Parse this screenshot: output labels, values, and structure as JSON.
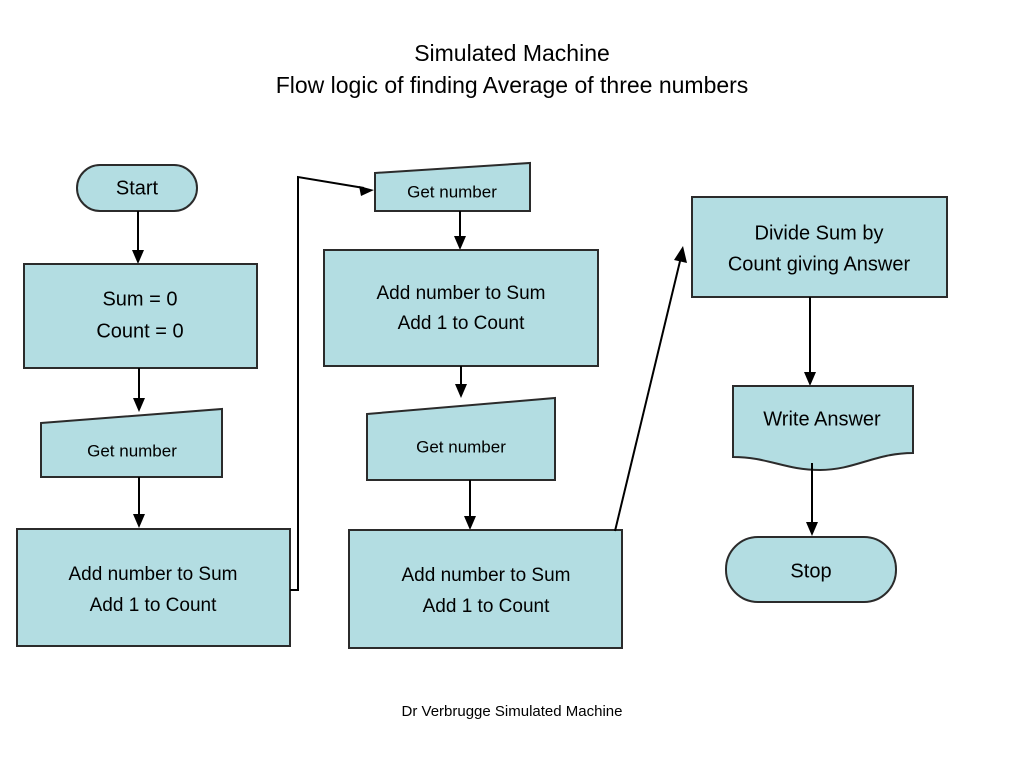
{
  "document": {
    "title_lines": [
      "Simulated Machine",
      "Flow logic of finding Average of three numbers"
    ],
    "footer": "Dr Verbrugge Simulated Machine",
    "colors": {
      "node_fill": "#b3dde2",
      "node_stroke": "#2b2b2b",
      "connector": "#000000",
      "background": "#ffffff",
      "text": "#000000"
    }
  },
  "chart_data": {
    "type": "diagram",
    "diagram_type": "flowchart",
    "title": "Simulated Machine - Flow logic of finding Average of three numbers",
    "columns": [
      {
        "name": "column-1",
        "nodes": [
          "start",
          "init-sum-count",
          "get-number-1",
          "accumulate-1"
        ]
      },
      {
        "name": "column-2",
        "nodes": [
          "get-number-2",
          "accumulate-2",
          "get-number-3",
          "accumulate-3"
        ]
      },
      {
        "name": "column-3",
        "nodes": [
          "divide-sum",
          "write-answer",
          "stop"
        ]
      }
    ],
    "nodes": [
      {
        "id": "start",
        "shape": "terminator",
        "lines": [
          "Start"
        ]
      },
      {
        "id": "init-sum-count",
        "shape": "process",
        "lines": [
          "Sum = 0",
          "Count = 0"
        ]
      },
      {
        "id": "get-number-1",
        "shape": "manual-input",
        "lines": [
          "Get number"
        ]
      },
      {
        "id": "accumulate-1",
        "shape": "process",
        "lines": [
          "Add number to Sum",
          "Add 1 to Count"
        ]
      },
      {
        "id": "get-number-2",
        "shape": "manual-input",
        "lines": [
          "Get number"
        ]
      },
      {
        "id": "accumulate-2",
        "shape": "process",
        "lines": [
          "Add number to Sum",
          "Add 1 to Count"
        ]
      },
      {
        "id": "get-number-3",
        "shape": "manual-input",
        "lines": [
          "Get number"
        ]
      },
      {
        "id": "accumulate-3",
        "shape": "process",
        "lines": [
          "Add number to Sum",
          "Add 1 to Count"
        ]
      },
      {
        "id": "divide-sum",
        "shape": "process",
        "lines": [
          "Divide Sum by",
          "Count giving Answer"
        ]
      },
      {
        "id": "write-answer",
        "shape": "document",
        "lines": [
          "Write Answer"
        ]
      },
      {
        "id": "stop",
        "shape": "terminator",
        "lines": [
          "Stop"
        ]
      }
    ],
    "edges": [
      {
        "from": "start",
        "to": "init-sum-count",
        "style": "straight-down"
      },
      {
        "from": "init-sum-count",
        "to": "get-number-1",
        "style": "straight-down"
      },
      {
        "from": "get-number-1",
        "to": "accumulate-1",
        "style": "straight-down"
      },
      {
        "from": "accumulate-1",
        "to": "get-number-2",
        "style": "elbow-right-up"
      },
      {
        "from": "get-number-2",
        "to": "accumulate-2",
        "style": "straight-down"
      },
      {
        "from": "accumulate-2",
        "to": "get-number-3",
        "style": "straight-down"
      },
      {
        "from": "get-number-3",
        "to": "accumulate-3",
        "style": "straight-down"
      },
      {
        "from": "accumulate-3",
        "to": "divide-sum",
        "style": "diagonal-up-right"
      },
      {
        "from": "divide-sum",
        "to": "write-answer",
        "style": "straight-down"
      },
      {
        "from": "write-answer",
        "to": "stop",
        "style": "straight-down"
      }
    ]
  },
  "nodes": {
    "start": {
      "label": "Start"
    },
    "init_line1": {
      "label": "Sum = 0"
    },
    "init_line2": {
      "label": "Count = 0"
    },
    "get_number_1": {
      "label": "Get number"
    },
    "accumulate_1_line1": {
      "label": "Add number to Sum"
    },
    "accumulate_1_line2": {
      "label": "Add 1 to Count"
    },
    "get_number_2": {
      "label": "Get number"
    },
    "accumulate_2_line1": {
      "label": "Add number to Sum"
    },
    "accumulate_2_line2": {
      "label": "Add 1 to Count"
    },
    "get_number_3": {
      "label": "Get number"
    },
    "accumulate_3_line1": {
      "label": "Add number to Sum"
    },
    "accumulate_3_line2": {
      "label": "Add 1 to Count"
    },
    "divide_line1": {
      "label": "Divide Sum by"
    },
    "divide_line2": {
      "label": "Count giving Answer"
    },
    "write_answer": {
      "label": "Write Answer"
    },
    "stop": {
      "label": "Stop"
    }
  }
}
